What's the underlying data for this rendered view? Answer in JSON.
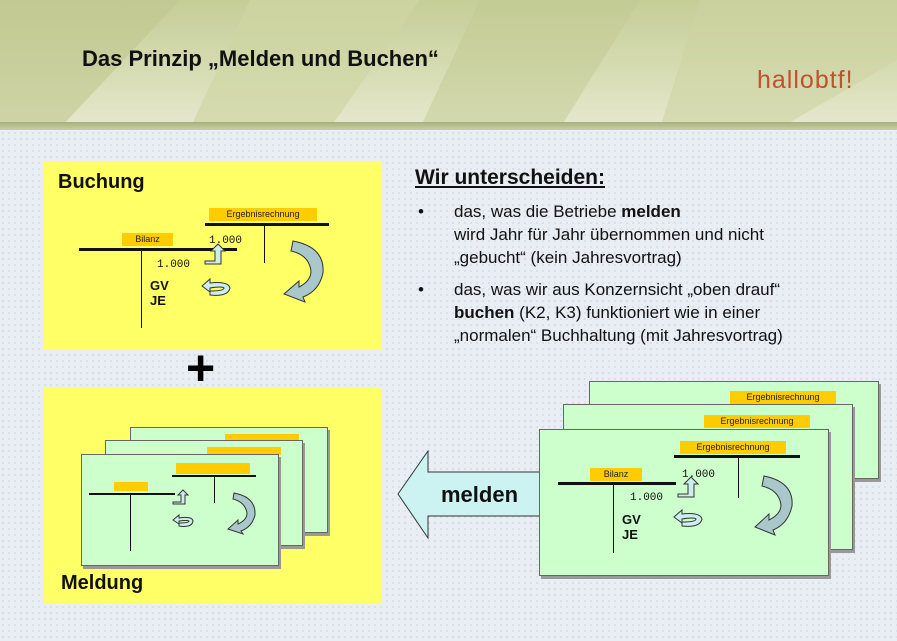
{
  "slide": {
    "title": "Das Prinzip „Melden und Buchen“",
    "logo": "hallobtf!"
  },
  "buchung": {
    "label": "Buchung",
    "tags": {
      "bilanz": "Bilanz",
      "ergebnis": "Ergebnisrechnung"
    },
    "amount_left": "1.000",
    "amount_right": "1.000",
    "gv": "GV",
    "je": "JE"
  },
  "meldung": {
    "label": "Meldung"
  },
  "operator": "+",
  "right_text": {
    "heading": "Wir unterscheiden:",
    "bullet_char": "•",
    "bullet1": {
      "l1a": "das, was die Betriebe ",
      "l1b": "melden",
      "l2": "wird Jahr für Jahr übernommen und nicht",
      "l3": "„gebucht“ (kein Jahresvortrag)"
    },
    "bullet2": {
      "l1": "das, was wir aus Konzernsicht „oben drauf“",
      "l2a": "buchen",
      "l2b": " (K2, K3) funktioniert wie in einer",
      "l3": "„normalen“ Buchhaltung (mit Jahresvortrag)"
    }
  },
  "stack": {
    "tags": {
      "bilanz": "Bilanz",
      "ergebnis": "Ergebnisrechnung"
    },
    "amount_left": "1.000",
    "amount_right": "1.000",
    "gv": "GV",
    "je": "JE"
  },
  "arrow": {
    "label": "melden"
  },
  "colors": {
    "panel": "#ffff66",
    "card": "#ccffcc",
    "tag": "#ffcc00",
    "arrow": "#ccf2f2",
    "logo": "#c0502e"
  }
}
